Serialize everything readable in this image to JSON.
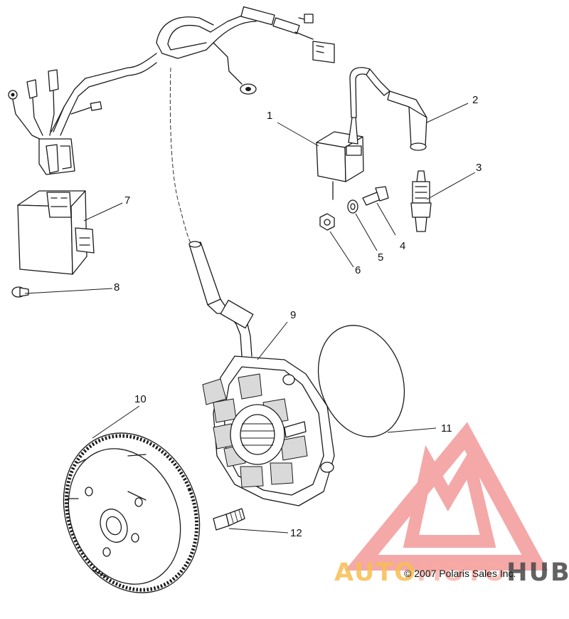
{
  "callouts": {
    "c1": "1",
    "c2": "2",
    "c3": "3",
    "c4": "4",
    "c5": "5",
    "c6": "6",
    "c7": "7",
    "c8": "8",
    "c9": "9",
    "c10": "10",
    "c11": "11",
    "c12": "12"
  },
  "copyright": "© 2007 Polaris Sales Inc.",
  "watermark": {
    "part1": "AUTO",
    "part2": "MOTO",
    "part3": "HUB",
    "colors": {
      "triangle": "#f08080",
      "auto": "#f6be50",
      "moto": "#faaaa0",
      "hub": "#464646"
    }
  }
}
